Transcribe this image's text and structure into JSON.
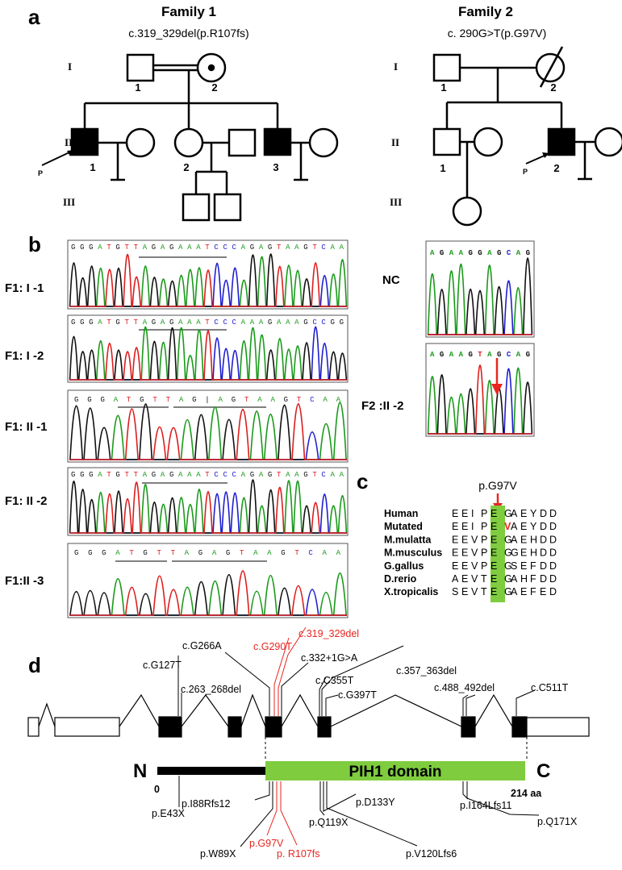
{
  "panels": {
    "a": "a",
    "b": "b",
    "c": "c",
    "d": "d"
  },
  "pedigree": {
    "family1": {
      "title": "Family 1",
      "mutation": "c.319_329del(p.R107fs)"
    },
    "family2": {
      "title": "Family 2",
      "mutation": "c. 290G>T(p.G97V)"
    },
    "generations": [
      "I",
      "II",
      "III"
    ],
    "individual_numbers": {
      "f1_I": [
        "1",
        "2"
      ],
      "f1_II": [
        "1",
        "2",
        "3"
      ],
      "f2_I": [
        "1",
        "2"
      ],
      "f2_II": [
        "1",
        "2"
      ]
    },
    "proband_marker": "P"
  },
  "chromatograms": {
    "samples": [
      {
        "label": "F1: I -1",
        "seq": "GGGATGTTAGAGAAATCCCAGAGTAAGTCAA"
      },
      {
        "label": "F1: I -2",
        "seq": "GGGATGTTAGAGAAATCCCAAAGAAAGCCGG"
      },
      {
        "label": "F1: II -1",
        "seq": "GGGATGTTAG|AGTAAGTCAA"
      },
      {
        "label": "F1: II -2",
        "seq": "GGGATGTTAGAGAAATCCCAGAGTAAGTCAA"
      },
      {
        "label": "F1:II -3",
        "seq": "GGGATGTTAGAGTAAGTCAA"
      }
    ],
    "right": [
      {
        "label": "NC",
        "seq": "AGAAGGAGCAG"
      },
      {
        "label": "F2 :II -2",
        "seq": "AGAAGTAGCAG"
      }
    ]
  },
  "alignment": {
    "mutation_label": "p.G97V",
    "rows": [
      {
        "species": "Human",
        "seq": [
          "E",
          "E",
          "I",
          "P",
          "E",
          "G",
          "A",
          "E",
          "Y",
          "D",
          "D"
        ]
      },
      {
        "species": "Mutated",
        "seq": [
          "E",
          "E",
          "I",
          "P",
          "E",
          "V",
          "A",
          "E",
          "Y",
          "D",
          "D"
        ]
      },
      {
        "species": "M.mulatta",
        "seq": [
          "E",
          "E",
          "V",
          "P",
          "E",
          "G",
          "A",
          "E",
          "H",
          "D",
          "D"
        ]
      },
      {
        "species": "M.musculus",
        "seq": [
          "E",
          "E",
          "V",
          "P",
          "E",
          "G",
          "G",
          "E",
          "H",
          "D",
          "D"
        ]
      },
      {
        "species": "G.gallus",
        "seq": [
          "E",
          "E",
          "V",
          "P",
          "E",
          "G",
          "S",
          "E",
          "F",
          "D",
          "D"
        ]
      },
      {
        "species": "D.rerio",
        "seq": [
          "A",
          "E",
          "V",
          "T",
          "E",
          "G",
          "A",
          "H",
          "F",
          "D",
          "D"
        ]
      },
      {
        "species": "X.tropicalis",
        "seq": [
          "S",
          "E",
          "V",
          "T",
          "E",
          "G",
          "A",
          "E",
          "F",
          "E",
          "D"
        ]
      }
    ]
  },
  "gene_model": {
    "dna_variants": [
      {
        "label": "c.G127T",
        "highlight": false
      },
      {
        "label": "c.263_268del",
        "highlight": false
      },
      {
        "label": "c.G266A",
        "highlight": false
      },
      {
        "label": "c.G290T",
        "highlight": true
      },
      {
        "label": "c.319_329del",
        "highlight": true
      },
      {
        "label": "c.332+1G>A",
        "highlight": false
      },
      {
        "label": "c.C355T",
        "highlight": false
      },
      {
        "label": "c.357_363del",
        "highlight": false
      },
      {
        "label": "c.G397T",
        "highlight": false
      },
      {
        "label": "c.488_492del",
        "highlight": false
      },
      {
        "label": "c.C511T",
        "highlight": false
      }
    ],
    "protein": {
      "n_label": "N",
      "c_label": "C",
      "start": "0",
      "end": "214 aa",
      "domain": "PIH1 domain"
    },
    "protein_variants": [
      {
        "label": "p.E43X",
        "highlight": false
      },
      {
        "label": "p.I88Rfs12",
        "highlight": false
      },
      {
        "label": "p.W89X",
        "highlight": false
      },
      {
        "label": "p.G97V",
        "highlight": true
      },
      {
        "label": "p. R107fs",
        "highlight": true
      },
      {
        "label": "p.Q119X",
        "highlight": false
      },
      {
        "label": "p.D133Y",
        "highlight": false
      },
      {
        "label": "p.V120Lfs6",
        "highlight": false
      },
      {
        "label": "p.I164Lfs11",
        "highlight": false
      },
      {
        "label": "p.Q171X",
        "highlight": false
      }
    ],
    "colors": {
      "domain": "#7fcc3f",
      "highlight": "#e8261f"
    }
  }
}
